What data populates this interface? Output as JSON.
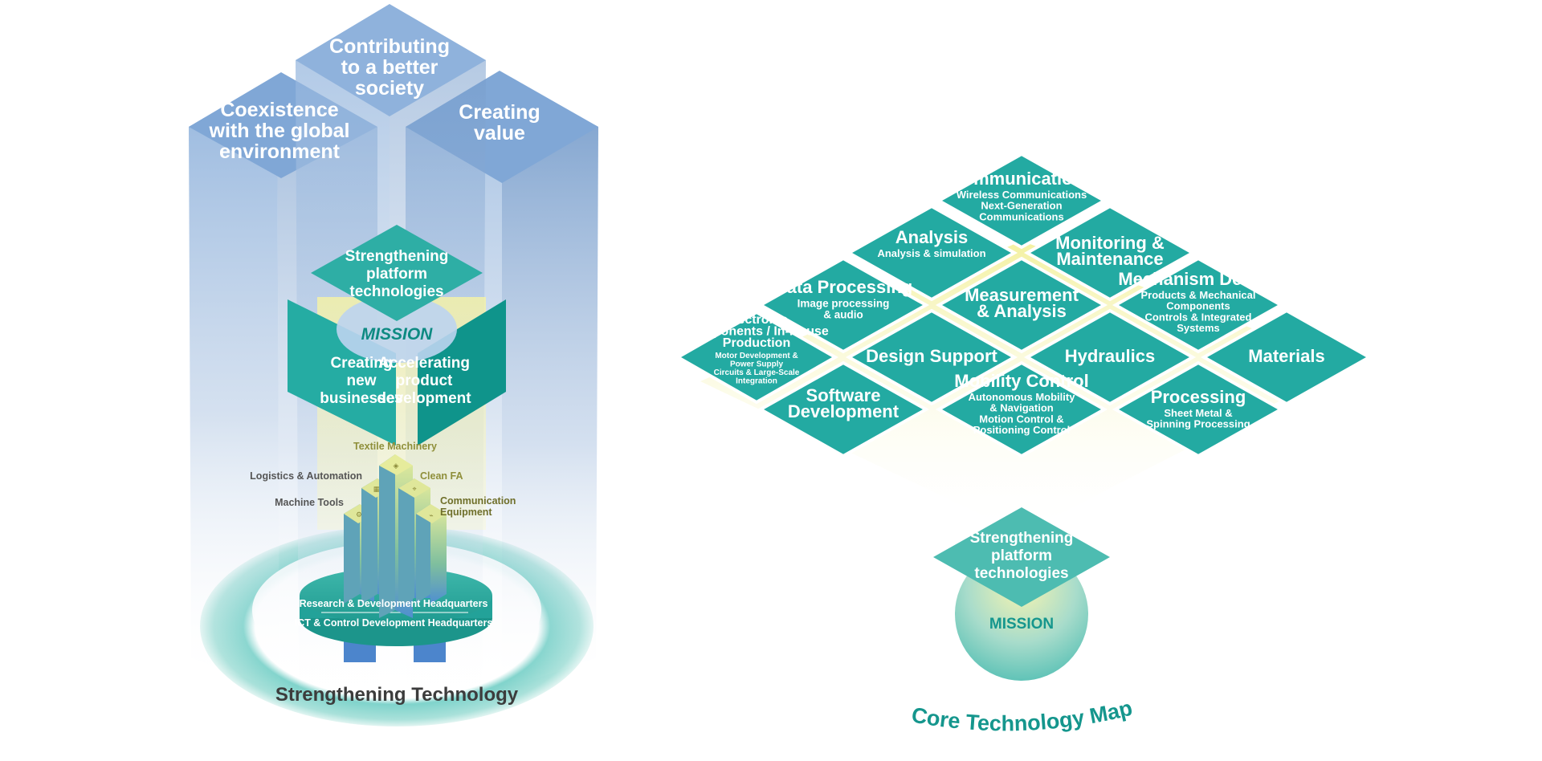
{
  "left_diagram": {
    "top_pillars": {
      "center": [
        "Contributing",
        "to a better",
        "society"
      ],
      "left": [
        "Coexistence",
        "with the global",
        "environment"
      ],
      "right": [
        "Creating",
        "value"
      ]
    },
    "mission_cube": {
      "top": [
        "Strengthening",
        "platform",
        "technologies"
      ],
      "mission_label": "MISSION",
      "left_face": [
        "Creating",
        "new",
        "businesses"
      ],
      "right_face": [
        "Accelerating",
        "product",
        "development"
      ]
    },
    "businesses": {
      "textile": "Textile Machinery",
      "logistics": "Logistics & Automation",
      "clean_fa": "Clean FA",
      "machine_tools": "Machine Tools",
      "communication": [
        "Communication",
        "Equipment"
      ]
    },
    "headquarters": {
      "rd": "Research & Development Headquarters",
      "ict": "ICT & Control Development Headquarters"
    },
    "caption": "Strengthening Technology"
  },
  "right_diagram": {
    "tiles": {
      "communications": {
        "title": [
          "Communications"
        ],
        "sub": [
          "Wireless Communications",
          "Next-Generation",
          "Communications"
        ]
      },
      "analysis": {
        "title": [
          "Analysis"
        ],
        "sub": [
          "Analysis & simulation"
        ]
      },
      "monitoring": {
        "title": [
          "Monitoring &",
          "Maintenance"
        ],
        "sub": []
      },
      "data_processing": {
        "title": [
          "Data Processing"
        ],
        "sub": [
          "Image processing",
          "& audio"
        ]
      },
      "measurement": {
        "title": [
          "Measurement",
          "& Analysis"
        ],
        "sub": []
      },
      "mechanism": {
        "title": [
          "Mechanism Design"
        ],
        "sub": [
          "Products & Mechanical",
          "Components",
          "Controls & Integrated",
          "Systems"
        ]
      },
      "electronic": {
        "title": [
          "Electronic",
          "Components / In-House",
          "Production"
        ],
        "sub": [
          "Motor Development &",
          "Power Supply",
          "Circuits & Large-Scale",
          "Integration"
        ]
      },
      "design_support": {
        "title": [
          "Design Support"
        ],
        "sub": []
      },
      "hydraulics": {
        "title": [
          "Hydraulics"
        ],
        "sub": []
      },
      "materials": {
        "title": [
          "Materials"
        ],
        "sub": []
      },
      "software": {
        "title": [
          "Software",
          "Development"
        ],
        "sub": []
      },
      "mobility": {
        "title": [
          "Mobility Control"
        ],
        "sub": [
          "Autonomous Mobility",
          "& Navigation",
          "Motion Control &",
          "Positioning Control"
        ]
      },
      "processing": {
        "title": [
          "Processing"
        ],
        "sub": [
          "Sheet Metal &",
          "Spinning Processing"
        ]
      }
    },
    "base": {
      "top": [
        "Strengthening",
        "platform",
        "technologies"
      ],
      "mission_label": "MISSION"
    },
    "caption": "Core Technology Map"
  },
  "colors": {
    "teal": "#23aaa2",
    "teal_dark": "#0e9189",
    "pillar_blue": "#7aa6d6",
    "glow_yellow": "#f3f0a0",
    "caption_teal": "#15968d",
    "caption_dark": "#3c3c3c"
  }
}
